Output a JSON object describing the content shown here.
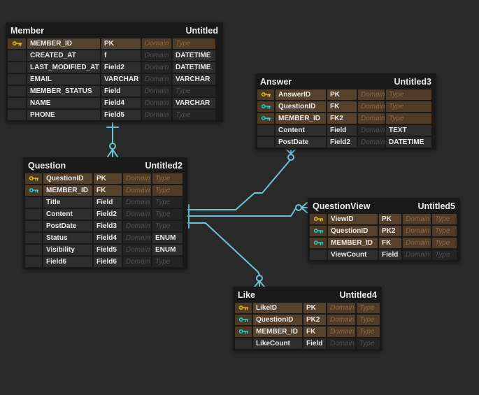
{
  "app": {
    "view": "erd-diagram-canvas"
  },
  "placeholders": {
    "domain": "Domain",
    "type": "Type"
  },
  "colors": {
    "canvas_bg": "#2a2a2a",
    "table_bg": "#191919",
    "row_bg": "#2e2e2e",
    "empty_cell_bg": "#242424",
    "key_row_bg": "#56422c",
    "pk_icon": "#eec30a",
    "fk_icon": "#22d7d7",
    "relationship_line": "#6cc4d6",
    "text": "#eaeaea",
    "placeholder_text": "#505050",
    "key_placeholder_text": "#8f6a40"
  },
  "tables": [
    {
      "id": "member",
      "name": "Member",
      "label": "Untitled",
      "rows": [
        {
          "key": "pk",
          "name": "MEMBER_ID",
          "field": "PK",
          "domain": "",
          "type": ""
        },
        {
          "key": "",
          "name": "CREATED_AT",
          "field": "f",
          "domain": "",
          "type": "DATETIME"
        },
        {
          "key": "",
          "name": "LAST_MODIFIED_AT",
          "field": "Field2",
          "domain": "",
          "type": "DATETIME"
        },
        {
          "key": "",
          "name": "EMAIL",
          "field": "VARCHAR",
          "domain": "",
          "type": "VARCHAR"
        },
        {
          "key": "",
          "name": "MEMBER_STATUS",
          "field": "Field",
          "domain": "",
          "type": ""
        },
        {
          "key": "",
          "name": "NAME",
          "field": "Field4",
          "domain": "",
          "type": "VARCHAR"
        },
        {
          "key": "",
          "name": "PHONE",
          "field": "Field5",
          "domain": "",
          "type": ""
        }
      ]
    },
    {
      "id": "answer",
      "name": "Answer",
      "label": "Untitled3",
      "rows": [
        {
          "key": "pk",
          "name": "AnswerID",
          "field": "PK",
          "domain": "",
          "type": ""
        },
        {
          "key": "fk",
          "name": "QuestionID",
          "field": "FK",
          "domain": "",
          "type": ""
        },
        {
          "key": "fk",
          "name": "MEMBER_ID",
          "field": "FK2",
          "domain": "",
          "type": ""
        },
        {
          "key": "",
          "name": "Content",
          "field": "Field",
          "domain": "",
          "type": "TEXT"
        },
        {
          "key": "",
          "name": "PostDate",
          "field": "Field2",
          "domain": "",
          "type": "DATETIME"
        }
      ]
    },
    {
      "id": "question",
      "name": "Question",
      "label": "Untitled2",
      "rows": [
        {
          "key": "pk",
          "name": "QuestionID",
          "field": "PK",
          "domain": "",
          "type": ""
        },
        {
          "key": "fk",
          "name": "MEMBER_ID",
          "field": "FK",
          "domain": "",
          "type": ""
        },
        {
          "key": "",
          "name": "Title",
          "field": "Field",
          "domain": "",
          "type": ""
        },
        {
          "key": "",
          "name": "Content",
          "field": "Field2",
          "domain": "",
          "type": ""
        },
        {
          "key": "",
          "name": "PostDate",
          "field": "Field3",
          "domain": "",
          "type": ""
        },
        {
          "key": "",
          "name": "Status",
          "field": "Field4",
          "domain": "",
          "type": "ENUM"
        },
        {
          "key": "",
          "name": "Visibility",
          "field": "Field5",
          "domain": "",
          "type": "ENUM"
        },
        {
          "key": "",
          "name": "Field6",
          "field": "Field6",
          "domain": "",
          "type": ""
        }
      ]
    },
    {
      "id": "questionview",
      "name": "QuestionView",
      "label": "Untitled5",
      "rows": [
        {
          "key": "pk",
          "name": "ViewID",
          "field": "PK",
          "domain": "",
          "type": ""
        },
        {
          "key": "fk",
          "name": "QuestionID",
          "field": "PK2",
          "domain": "",
          "type": ""
        },
        {
          "key": "fk",
          "name": "MEMBER_ID",
          "field": "FK",
          "domain": "",
          "type": ""
        },
        {
          "key": "",
          "name": "ViewCount",
          "field": "Field",
          "domain": "",
          "type": ""
        }
      ]
    },
    {
      "id": "like",
      "name": "Like",
      "label": "Untitled4",
      "rows": [
        {
          "key": "pk",
          "name": "LikeID",
          "field": "PK",
          "domain": "",
          "type": ""
        },
        {
          "key": "fk",
          "name": "QuestionID",
          "field": "PK2",
          "domain": "",
          "type": ""
        },
        {
          "key": "fk",
          "name": "MEMBER_ID",
          "field": "FK",
          "domain": "",
          "type": ""
        },
        {
          "key": "",
          "name": "LikeCount",
          "field": "Field",
          "domain": "",
          "type": ""
        }
      ]
    }
  ],
  "relationships": [
    {
      "id": "member-question",
      "from": "Member",
      "to": "Question",
      "cardinality": "one-to-zero-or-many"
    },
    {
      "id": "question-answer",
      "from": "Question",
      "to": "Answer",
      "cardinality": "one-to-zero-or-many"
    },
    {
      "id": "question-questionview",
      "from": "Question",
      "to": "QuestionView",
      "cardinality": "one-to-zero-or-many"
    },
    {
      "id": "question-like",
      "from": "Question",
      "to": "Like",
      "cardinality": "one-to-zero-or-many"
    }
  ]
}
